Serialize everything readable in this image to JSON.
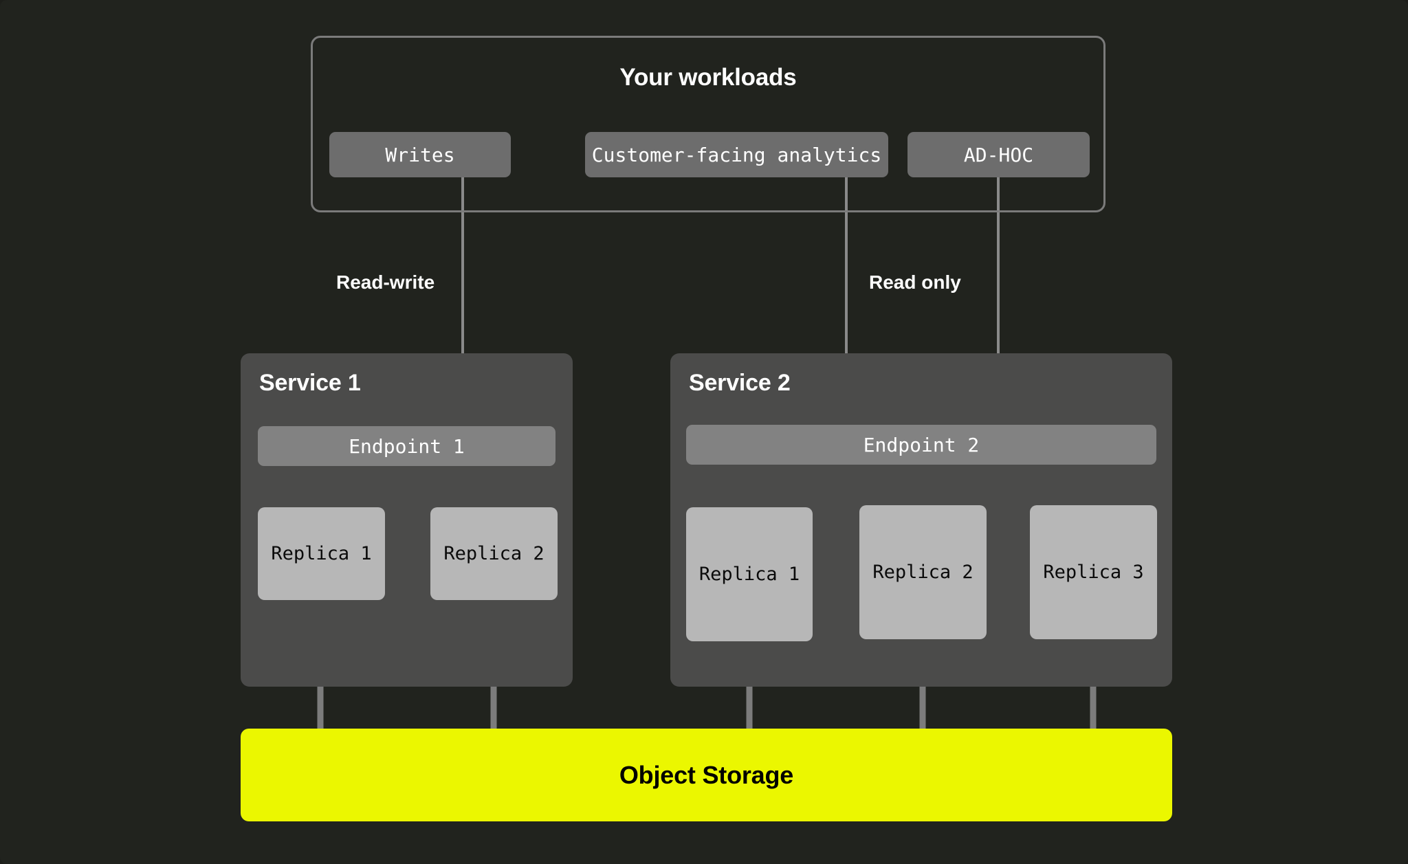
{
  "page": {
    "background": "#21231e",
    "title": "Service replica architecture diagram"
  },
  "workloads": {
    "title": "Your workloads",
    "border_color": "#7b7b7b",
    "chips": [
      {
        "id": "writes",
        "label": "Writes"
      },
      {
        "id": "customer-facing-analytics",
        "label": "Customer-facing analytics"
      },
      {
        "id": "ad-hoc",
        "label": "AD-HOC"
      }
    ]
  },
  "edges": {
    "read_write_label": "Read-write",
    "read_only_label": "Read only",
    "line_color": "#8a8a8a"
  },
  "services": [
    {
      "id": "service-1",
      "title": "Service 1",
      "endpoint": "Endpoint 1",
      "replicas": [
        "Replica 1",
        "Replica 2"
      ],
      "panel_color": "#4b4b4a",
      "endpoint_color": "#828282",
      "replica_color": "#b7b7b7"
    },
    {
      "id": "service-2",
      "title": "Service 2",
      "endpoint": "Endpoint 2",
      "replicas": [
        "Replica 1",
        "Replica 2",
        "Replica 3"
      ],
      "panel_color": "#4b4b4a",
      "endpoint_color": "#828282",
      "replica_color": "#b7b7b7"
    }
  ],
  "storage": {
    "label": "Object Storage",
    "color": "#ebf700",
    "text_color": "#000000"
  },
  "chart_data": {
    "type": "diagram",
    "title": "Your workloads to shared Object Storage",
    "nodes": [
      {
        "id": "writes",
        "label": "Writes",
        "group": "Your workloads"
      },
      {
        "id": "cfa",
        "label": "Customer-facing analytics",
        "group": "Your workloads"
      },
      {
        "id": "adhoc",
        "label": "AD-HOC",
        "group": "Your workloads"
      },
      {
        "id": "endpoint1",
        "label": "Endpoint 1",
        "group": "Service 1"
      },
      {
        "id": "s1r1",
        "label": "Replica 1",
        "group": "Service 1"
      },
      {
        "id": "s1r2",
        "label": "Replica 2",
        "group": "Service 1"
      },
      {
        "id": "endpoint2",
        "label": "Endpoint 2",
        "group": "Service 2"
      },
      {
        "id": "s2r1",
        "label": "Replica 1",
        "group": "Service 2"
      },
      {
        "id": "s2r2",
        "label": "Replica 2",
        "group": "Service 2"
      },
      {
        "id": "s2r3",
        "label": "Replica 3",
        "group": "Service 2"
      },
      {
        "id": "storage",
        "label": "Object Storage",
        "group": "Storage"
      }
    ],
    "links": [
      {
        "from": "writes",
        "to": "endpoint1",
        "label": "Read-write",
        "arrow": true
      },
      {
        "from": "cfa",
        "to": "endpoint2",
        "label": "Read only",
        "arrow": true
      },
      {
        "from": "adhoc",
        "to": "endpoint2",
        "label": "Read only",
        "arrow": true
      },
      {
        "from": "endpoint1",
        "to": "s1r1",
        "label": "",
        "arrow": false
      },
      {
        "from": "endpoint1",
        "to": "s1r2",
        "label": "",
        "arrow": false
      },
      {
        "from": "endpoint2",
        "to": "s2r1",
        "label": "",
        "arrow": false
      },
      {
        "from": "endpoint2",
        "to": "s2r2",
        "label": "",
        "arrow": false
      },
      {
        "from": "endpoint2",
        "to": "s2r3",
        "label": "",
        "arrow": false
      },
      {
        "from": "s1r1",
        "to": "storage",
        "label": "",
        "arrow": false
      },
      {
        "from": "s1r2",
        "to": "storage",
        "label": "",
        "arrow": false
      },
      {
        "from": "s2r1",
        "to": "storage",
        "label": "",
        "arrow": false
      },
      {
        "from": "s2r2",
        "to": "storage",
        "label": "",
        "arrow": false
      },
      {
        "from": "s2r3",
        "to": "storage",
        "label": "",
        "arrow": false
      }
    ]
  }
}
